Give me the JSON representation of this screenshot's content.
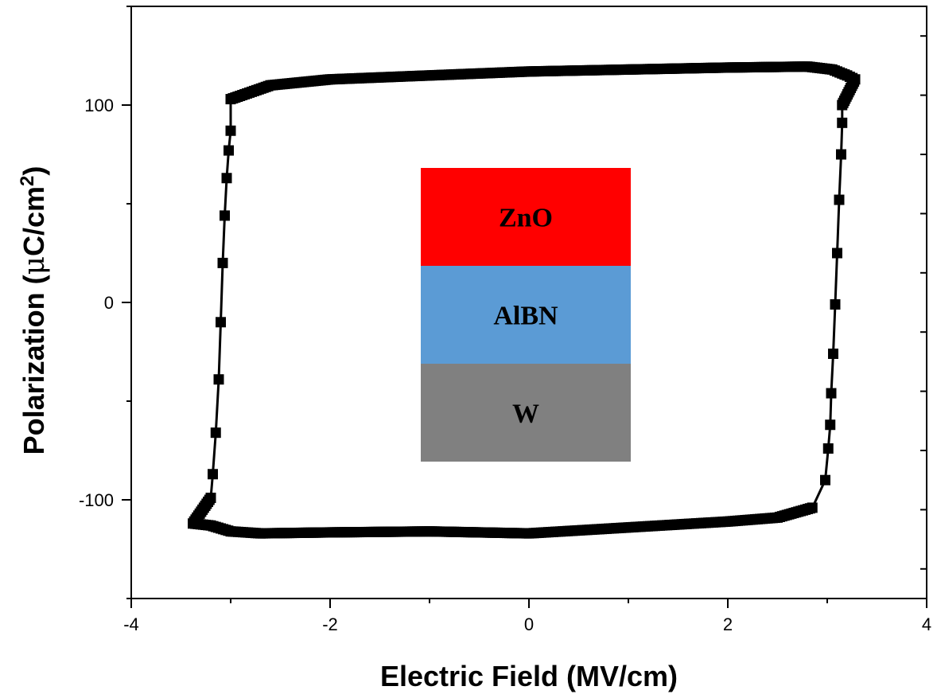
{
  "chart_data": {
    "type": "scatter",
    "title": "",
    "xlabel": "Electric Field (MV/cm)",
    "ylabel": "Polarization (μC/cm²)",
    "ylabel_parts": {
      "main": "Polarization (",
      "mu": "μ",
      "unit": "C/cm",
      "sup": "2",
      "close": ")"
    },
    "xlim": [
      -4,
      4
    ],
    "ylim": [
      -150,
      150
    ],
    "x_ticks": [
      -4,
      -2,
      0,
      2,
      4
    ],
    "x_tick_labels": [
      "-4",
      "-2",
      "0",
      "2",
      "4"
    ],
    "y_ticks": [
      -100,
      0,
      100
    ],
    "y_tick_labels": [
      "-100",
      "0",
      "100"
    ],
    "grid": false,
    "marker": "square",
    "series": [
      {
        "values": [
          {
            "x": -3.0,
            "y": 103
          },
          {
            "x": -2.6,
            "y": 110
          },
          {
            "x": -2.0,
            "y": 113
          },
          {
            "x": -1.0,
            "y": 115
          },
          {
            "x": 0.0,
            "y": 117
          },
          {
            "x": 1.0,
            "y": 118
          },
          {
            "x": 2.0,
            "y": 119
          },
          {
            "x": 2.8,
            "y": 119.5
          },
          {
            "x": 3.05,
            "y": 118
          },
          {
            "x": 3.2,
            "y": 115
          },
          {
            "x": 3.28,
            "y": 113
          },
          {
            "x": 3.15,
            "y": 100
          },
          {
            "x": 3.15,
            "y": 91
          },
          {
            "x": 3.14,
            "y": 75
          },
          {
            "x": 3.12,
            "y": 52
          },
          {
            "x": 3.1,
            "y": 25
          },
          {
            "x": 3.08,
            "y": -1
          },
          {
            "x": 3.06,
            "y": -26
          },
          {
            "x": 3.04,
            "y": -46
          },
          {
            "x": 3.03,
            "y": -62
          },
          {
            "x": 3.01,
            "y": -74
          },
          {
            "x": 2.98,
            "y": -90
          },
          {
            "x": 2.85,
            "y": -104
          },
          {
            "x": 2.5,
            "y": -109
          },
          {
            "x": 2.0,
            "y": -111
          },
          {
            "x": 1.0,
            "y": -114
          },
          {
            "x": 0.0,
            "y": -117
          },
          {
            "x": -1.0,
            "y": -116
          },
          {
            "x": -2.0,
            "y": -116.5
          },
          {
            "x": -2.7,
            "y": -117
          },
          {
            "x": -3.0,
            "y": -116
          },
          {
            "x": -3.2,
            "y": -113
          },
          {
            "x": -3.38,
            "y": -112
          },
          {
            "x": -3.2,
            "y": -99
          },
          {
            "x": -3.18,
            "y": -87
          },
          {
            "x": -3.15,
            "y": -66
          },
          {
            "x": -3.12,
            "y": -39
          },
          {
            "x": -3.1,
            "y": -10
          },
          {
            "x": -3.08,
            "y": 20
          },
          {
            "x": -3.06,
            "y": 44
          },
          {
            "x": -3.04,
            "y": 63
          },
          {
            "x": -3.02,
            "y": 77
          },
          {
            "x": -3.0,
            "y": 87
          },
          {
            "x": -3.0,
            "y": 103
          }
        ]
      }
    ],
    "inset": {
      "layers": [
        {
          "label": "ZnO",
          "color": "#ff0000"
        },
        {
          "label": "AlBN",
          "color": "#5b9bd5"
        },
        {
          "label": "W",
          "color": "#808080"
        }
      ]
    }
  }
}
